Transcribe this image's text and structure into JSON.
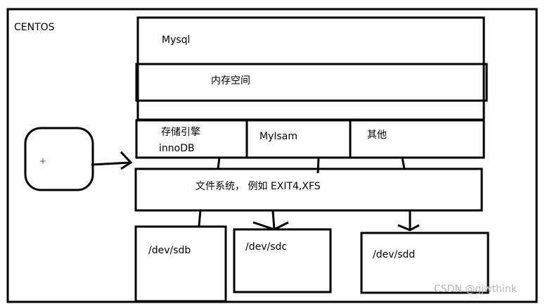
{
  "labels": {
    "os": "CENTOS",
    "mysql": "Mysql",
    "memory": "内存空间",
    "engine_line1": "存储引擎",
    "engine_line2": "innoDB",
    "myisam": "MyIsam",
    "other": "其他",
    "filesystem": "文件系统， 例如 EXIT4,XFS",
    "sdb": "/dev/sdb",
    "sdc": "/dev/sdc",
    "sdd": "/dev/sdd"
  },
  "watermark": "CSDN @gjwthink",
  "colors": {
    "stroke": "#000000",
    "background": "#ffffff",
    "watermark": "#b8b8b8"
  }
}
